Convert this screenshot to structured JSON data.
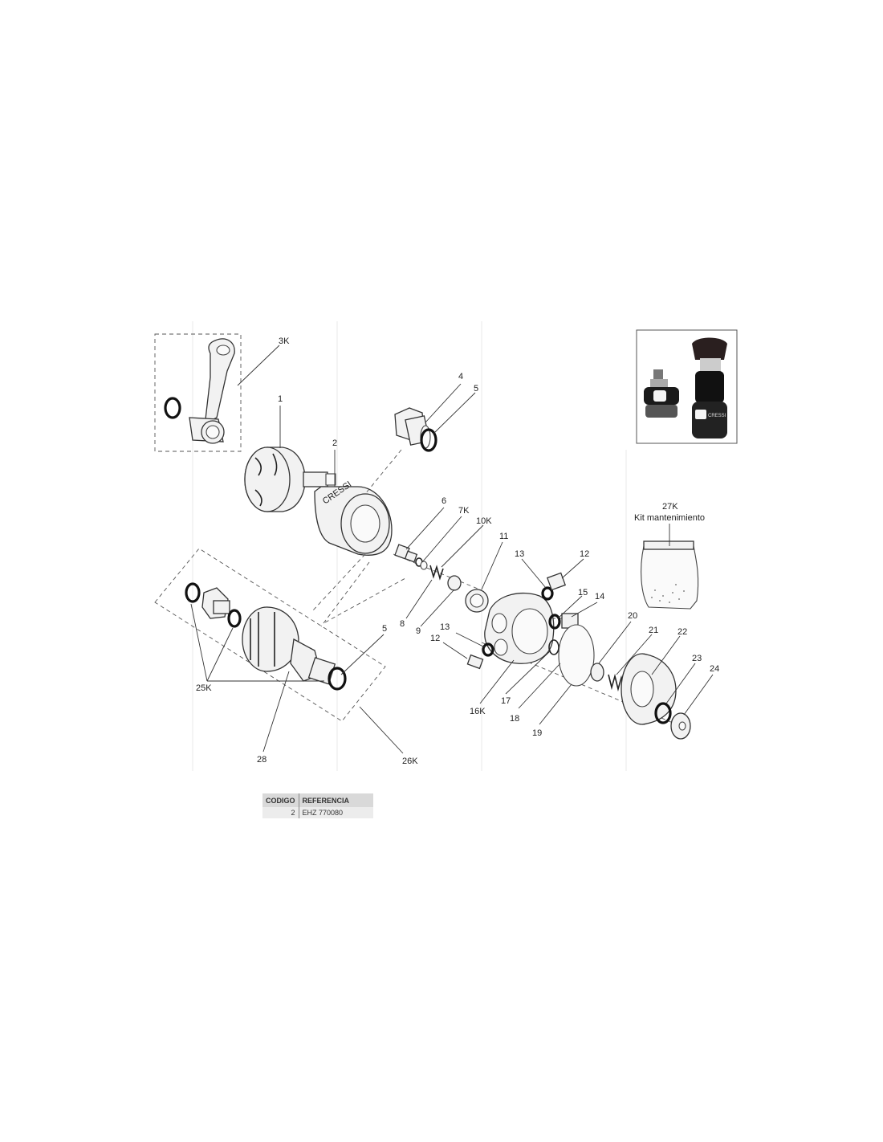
{
  "callouts": {
    "l3k": "3K",
    "l1": "1",
    "l2": "2",
    "l4": "4",
    "l5a": "5",
    "l5b": "5",
    "l6": "6",
    "l7k": "7K",
    "l8": "8",
    "l9": "9",
    "l10k": "10K",
    "l11": "11",
    "l12a": "12",
    "l12b": "12",
    "l13a": "13",
    "l13b": "13",
    "l14": "14",
    "l15": "15",
    "l16k": "16K",
    "l17": "17",
    "l18": "18",
    "l19": "19",
    "l20": "20",
    "l21": "21",
    "l22": "22",
    "l23": "23",
    "l24": "24",
    "l25k": "25K",
    "l26k": "26K",
    "l27k": "27K",
    "l27k_caption": "Kit mantenimiento",
    "l28": "28"
  },
  "product_photo": {
    "brand_mark": "CRESSI"
  },
  "table": {
    "headers": [
      "CODIGO",
      "REFERENCIA"
    ],
    "rows": [
      {
        "codigo": "2",
        "referencia": "EHZ 770080"
      }
    ]
  }
}
